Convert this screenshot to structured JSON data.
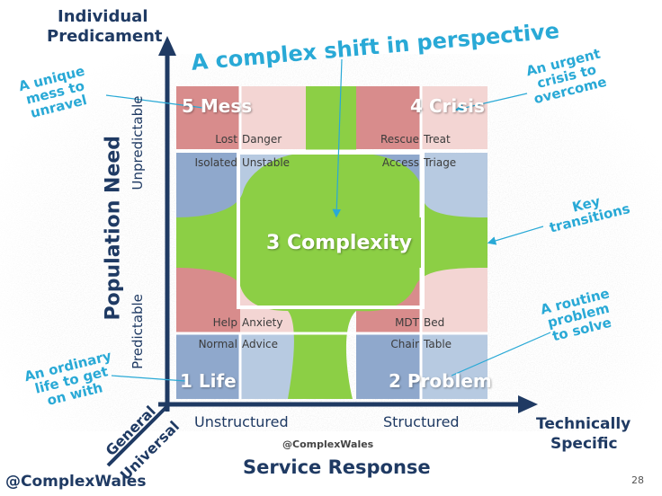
{
  "header": {
    "individual_predicament": [
      "Individual",
      "Predicament"
    ],
    "title": "A complex shift in perspective"
  },
  "axes": {
    "y_title": "Population Need",
    "y_top_label": "Unpredictable",
    "y_bottom_label": "Predictable",
    "x_title": "Service Response",
    "x_left_label": "Unstructured",
    "x_right_label": "Structured",
    "x_far_right": [
      "Technically",
      "Specific"
    ],
    "origin_general": "General",
    "origin_universal": "Universal"
  },
  "quadrants": {
    "mess": "5 Mess",
    "crisis": "4 Crisis",
    "complexity": "3 Complexity",
    "life": "1 Life",
    "problem": "2 Problem"
  },
  "cells": {
    "lost": "Lost",
    "danger": "Danger",
    "rescue": "Rescue",
    "treat": "Treat",
    "isolated": "Isolated",
    "unstable": "Unstable",
    "access": "Access",
    "triage": "Triage",
    "help": "Help",
    "anxiety": "Anxiety",
    "mdt": "MDT",
    "bed": "Bed",
    "normal": "Normal",
    "advice": "Advice",
    "chair": "Chair",
    "table": "Table"
  },
  "annotations": {
    "unique_mess": [
      "A unique",
      "mess to",
      "unravel"
    ],
    "urgent_crisis": [
      "An urgent",
      "crisis to",
      "overcome"
    ],
    "key_transitions": [
      "Key",
      "transitions"
    ],
    "routine_problem": [
      "A routine",
      "problem",
      "to solve"
    ],
    "ordinary_life": [
      "An ordinary",
      "life to get",
      "on with"
    ]
  },
  "footer": {
    "handle_center": "@ComplexWales",
    "handle_left": "@ComplexWales",
    "page_number": "28"
  },
  "colors": {
    "red": "#d88c8c",
    "pink": "#f3d5d3",
    "blue": "#8fa8cc",
    "light_blue": "#b7cae1",
    "green": "#8ccf45",
    "navy": "#1f3a63",
    "cyan": "#29a9d6"
  }
}
